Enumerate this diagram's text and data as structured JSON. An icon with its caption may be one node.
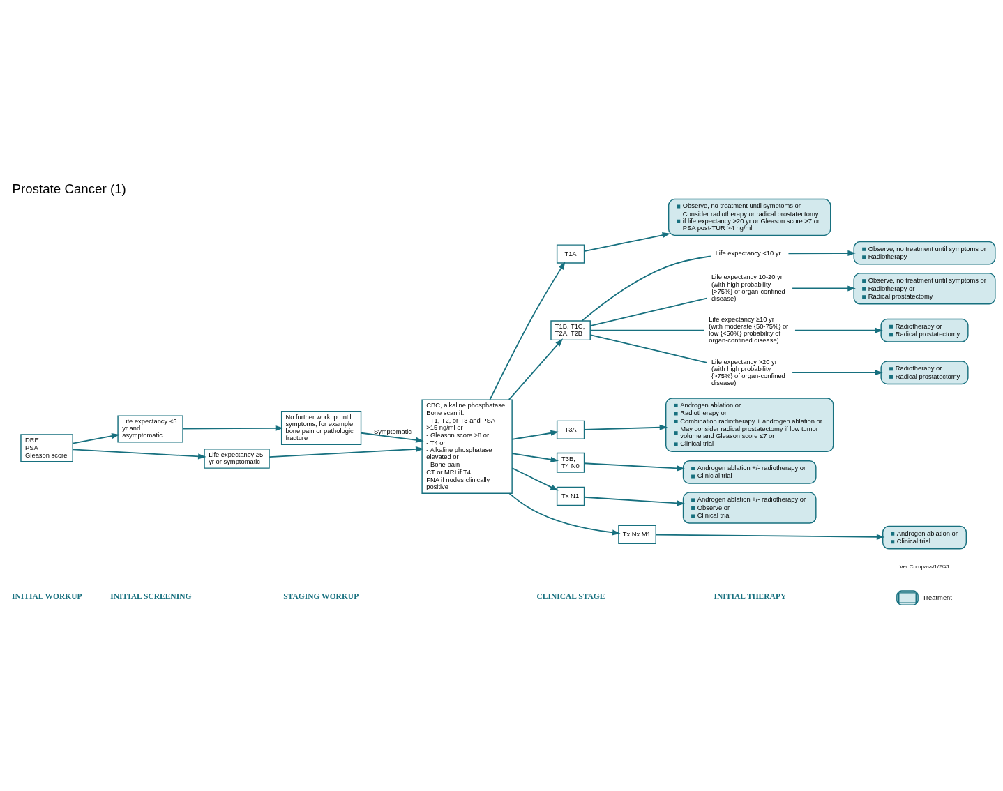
{
  "diagram": {
    "title": "Prostate Cancer (1)",
    "nodes": [
      {
        "text": [
          "DRE",
          "PSA",
          "Gleason score"
        ]
      },
      {
        "text": [
          "Life expectancy <5 yr and asymptomatic"
        ]
      },
      {
        "text": [
          "Life expectancy ≥5 yr or symptomatic"
        ]
      },
      {
        "text": [
          "No further workup until symptoms, for example, bone pain or pathologic fracture"
        ]
      },
      {
        "text": [
          "CBC, alkaline phosphatase",
          "Bone scan if:",
          "- T1, T2, or T3 and PSA >15 ng/ml or",
          "- Gleason score ≥8 or",
          "- T4 or",
          "- Alkaline phosphatase elevated or",
          "- Bone pain",
          "CT or MRI if T4",
          "FNA if nodes clinically positive"
        ]
      },
      {
        "text": [
          "T1A"
        ]
      },
      {
        "text": [
          "T1B, T1C, T2A, T2B"
        ]
      },
      {
        "text": [
          "T3A"
        ]
      },
      {
        "text": [
          "T3B, T4 N0"
        ]
      },
      {
        "text": [
          "Tx N1"
        ]
      },
      {
        "text": [
          "Tx Nx M1"
        ]
      },
      {
        "text": [
          "Observe, no treatment until symptoms or",
          "Consider radiotherapy or radical prostatectomy if life expectancy >20 yr or Gleason score >7 or PSA post-TUR >4 ng/ml"
        ]
      },
      {
        "text": [
          "Life expectancy <10 yr"
        ]
      },
      {
        "text": [
          "Life expectancy 10-20 yr (with high probability {>75%} of organ-confined disease)"
        ]
      },
      {
        "text": [
          "Life expectancy ≥10 yr (with moderate {50-75%} or low {<50%} probability of organ-confined disease)"
        ]
      },
      {
        "text": [
          "Life expectancy >20 yr (with high probability {>75%} of organ-confined disease)"
        ]
      },
      {
        "text": [
          "Observe, no treatment until symptoms or",
          "Radiotherapy"
        ]
      },
      {
        "text": [
          "Observe, no treatment until symptoms or",
          "Radiotherapy or",
          "Radical prostatectomy"
        ]
      },
      {
        "text": [
          "Radiotherapy or",
          "Radical prostatectomy"
        ]
      },
      {
        "text": [
          "Radiotherapy or",
          "Radical prostatectomy"
        ]
      },
      {
        "text": [
          "Androgen ablation or",
          "Radiotherapy or",
          "Combination radiotherapy + androgen ablation or",
          "May consider radical prostatectomy if low tumor volume and Gleason score ≤7 or",
          "Clinical trial"
        ]
      },
      {
        "text": [
          "Androgen ablation +/- radiotherapy or",
          "Clinicial trial"
        ]
      },
      {
        "text": [
          "Androgen ablation +/- radiotherapy or",
          "Observe or",
          "Clinical trial"
        ]
      },
      {
        "text": [
          "Androgen ablation or",
          "Clinical trial"
        ]
      }
    ],
    "edges": [
      {
        "from": 0,
        "to": 1,
        "arrow": "to"
      },
      {
        "from": 0,
        "to": 2,
        "arrow": "to"
      },
      {
        "from": 1,
        "to": 3,
        "arrow": "to"
      },
      {
        "from": 3,
        "to": 4,
        "arrow": "to",
        "label": "Symptomatic"
      },
      {
        "from": 2,
        "to": 4,
        "arrow": "to"
      },
      {
        "from": 4,
        "to": 5,
        "arrow": "to"
      },
      {
        "from": 4,
        "to": 6,
        "arrow": "to"
      },
      {
        "from": 4,
        "to": 7,
        "arrow": "to"
      },
      {
        "from": 4,
        "to": 8,
        "arrow": "to"
      },
      {
        "from": 4,
        "to": 9,
        "arrow": "to"
      },
      {
        "from": 4,
        "to": 10,
        "arrow": "to"
      },
      {
        "from": 5,
        "to": 11,
        "arrow": "to"
      },
      {
        "from": 6,
        "to": 12,
        "arrow": "none"
      },
      {
        "from": 6,
        "to": 13,
        "arrow": "none"
      },
      {
        "from": 6,
        "to": 14,
        "arrow": "none"
      },
      {
        "from": 6,
        "to": 15,
        "arrow": "none"
      },
      {
        "from": 12,
        "to": 16,
        "arrow": "to"
      },
      {
        "from": 13,
        "to": 17,
        "arrow": "to"
      },
      {
        "from": 14,
        "to": 18,
        "arrow": "to"
      },
      {
        "from": 15,
        "to": 19,
        "arrow": "to"
      },
      {
        "from": 7,
        "to": 20,
        "arrow": "to"
      },
      {
        "from": 8,
        "to": 21,
        "arrow": "to"
      },
      {
        "from": 9,
        "to": 22,
        "arrow": "to"
      },
      {
        "from": 10,
        "to": 23,
        "arrow": "to"
      }
    ],
    "labels": [
      "INITIAL WORKUP",
      "INITIAL SCREENING",
      "STAGING WORKUP",
      "CLINICAL STAGE",
      "INITIAL THERAPY",
      "Ver:Compass/1/2/#1"
    ],
    "legend": [
      {
        "text": "Treatment",
        "color": "#d3e9ed"
      }
    ]
  }
}
